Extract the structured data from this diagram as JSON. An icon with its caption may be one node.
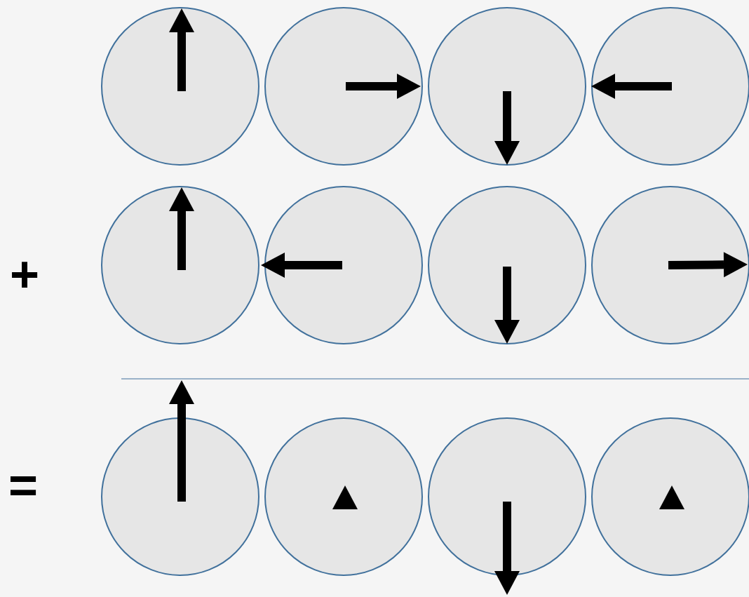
{
  "diagram": {
    "nodes": [
      {
        "text": [],
        "shape": "circle"
      },
      {
        "text": [],
        "shape": "circle"
      },
      {
        "text": [],
        "shape": "circle"
      },
      {
        "text": [],
        "shape": "circle"
      },
      {
        "text": [],
        "shape": "circle"
      },
      {
        "text": [],
        "shape": "circle"
      },
      {
        "text": [],
        "shape": "circle"
      },
      {
        "text": [],
        "shape": "circle"
      },
      {
        "text": [],
        "shape": "circle"
      },
      {
        "text": [],
        "shape": "circle"
      },
      {
        "text": [],
        "shape": "circle"
      },
      {
        "text": [],
        "shape": "circle"
      }
    ],
    "edges": [],
    "labels": [
      "+",
      "="
    ]
  }
}
